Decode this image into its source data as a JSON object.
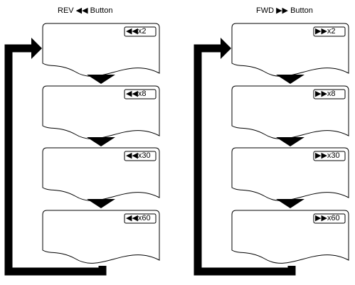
{
  "columns": [
    {
      "id": "rev",
      "title": "REV ◀◀ Button",
      "screens": [
        {
          "label": "◀◀x2"
        },
        {
          "label": "◀◀x8"
        },
        {
          "label": "◀◀x30"
        },
        {
          "label": "◀◀x60"
        }
      ]
    },
    {
      "id": "fwd",
      "title": "FWD ▶▶ Button",
      "screens": [
        {
          "label": "▶▶x2"
        },
        {
          "label": "▶▶x8"
        },
        {
          "label": "▶▶x30"
        },
        {
          "label": "▶▶x60"
        }
      ]
    }
  ]
}
